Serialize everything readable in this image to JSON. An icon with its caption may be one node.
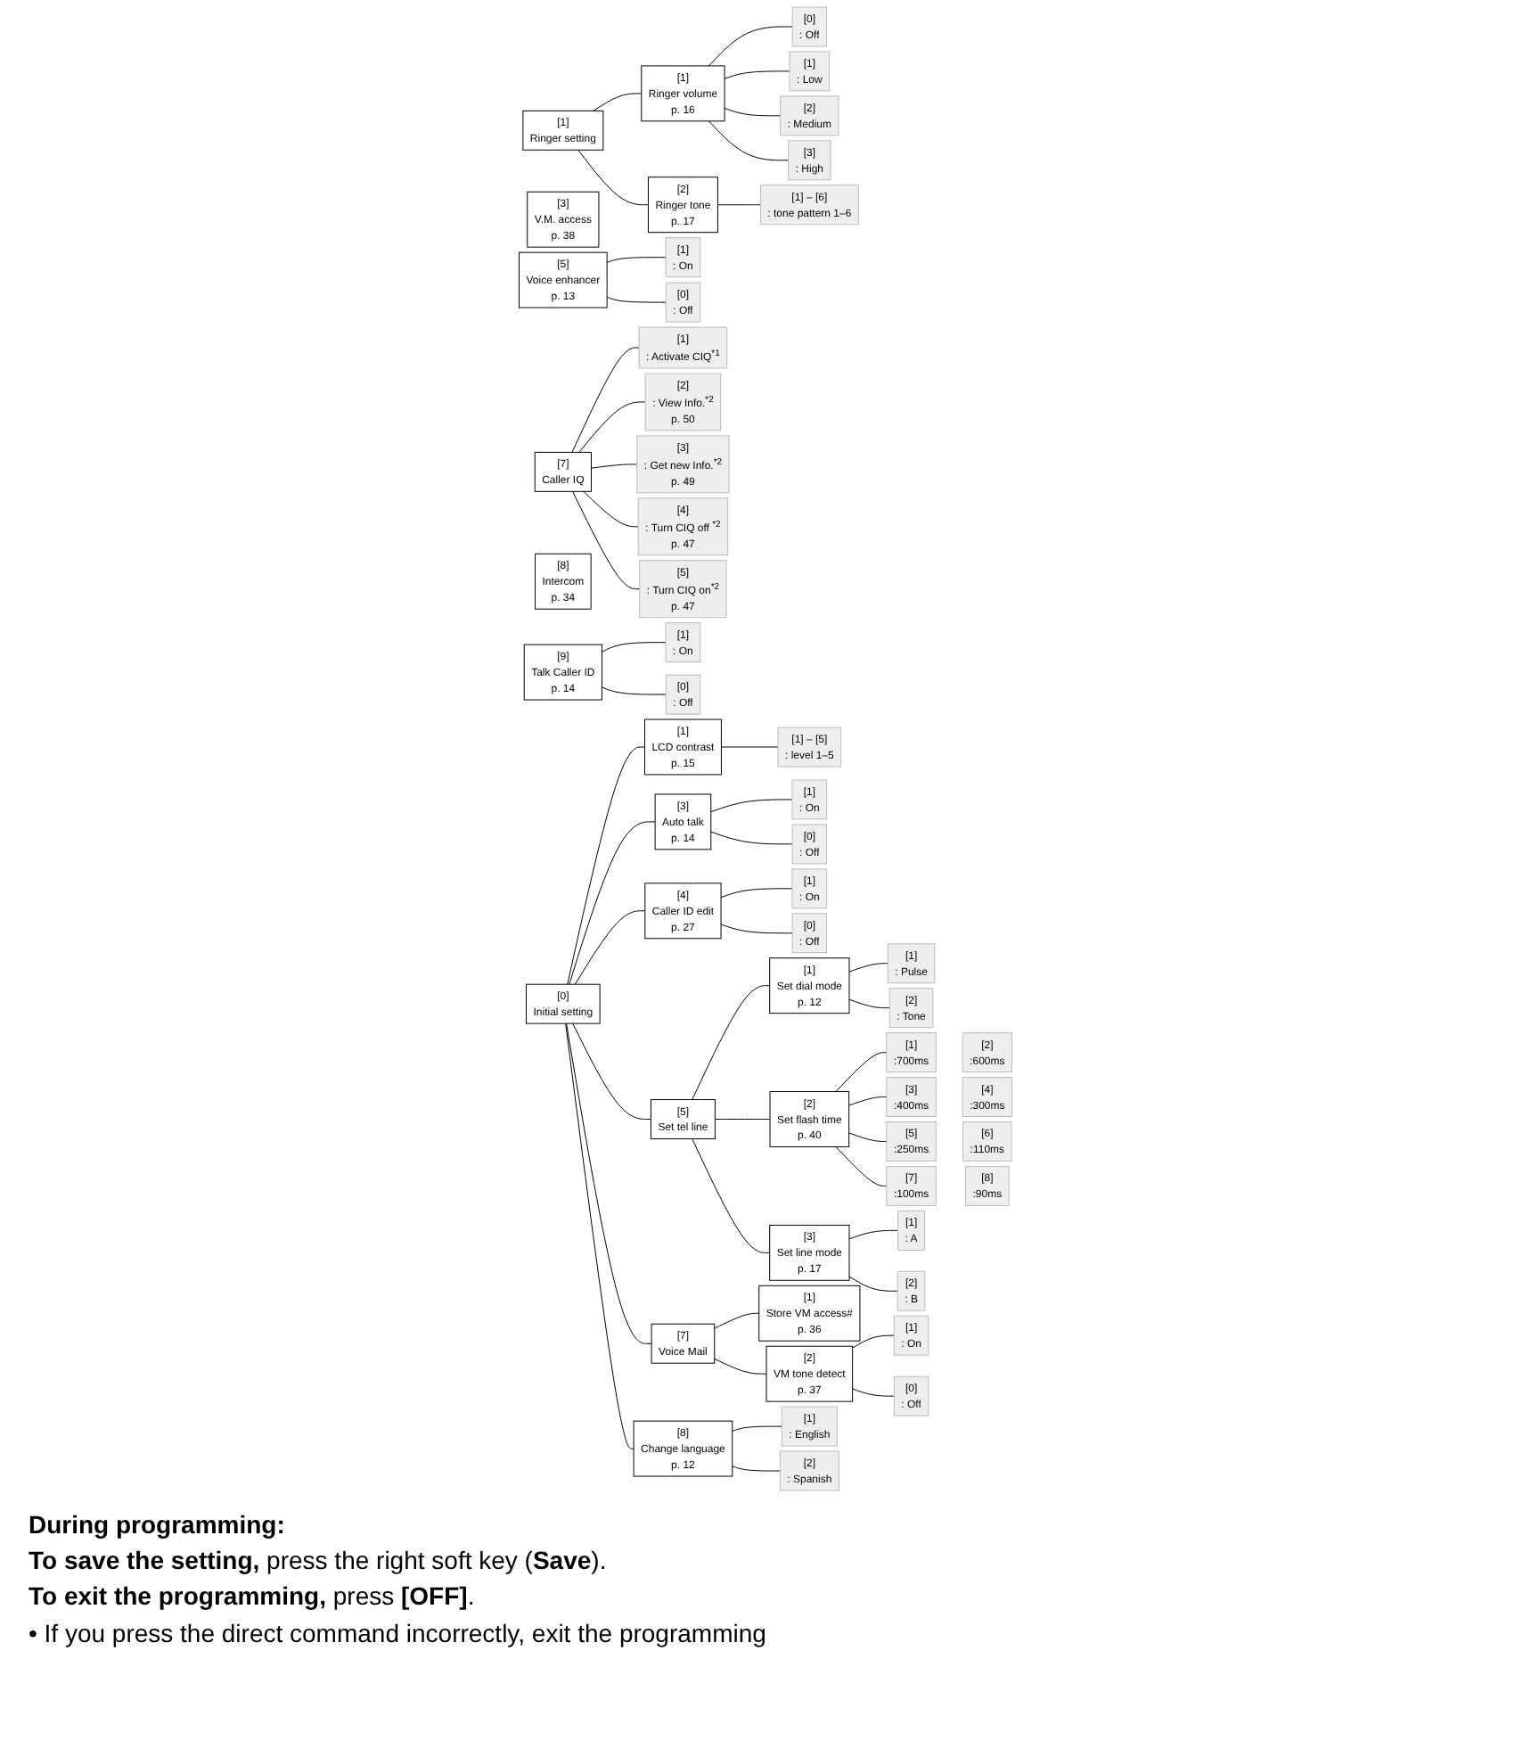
{
  "diagram": {
    "nodes": [
      {
        "text": [
          "[1]",
          "Ringer setting"
        ]
      },
      {
        "text": [
          "[1]",
          "Ringer volume",
          "p. 16"
        ]
      },
      {
        "text": [
          "[0]",
          ": Off"
        ]
      },
      {
        "text": [
          "[1]",
          ": Low"
        ]
      },
      {
        "text": [
          "[2]",
          ": Medium"
        ]
      },
      {
        "text": [
          "[3]",
          ": High"
        ]
      },
      {
        "text": [
          "[2]",
          "Ringer tone",
          "p. 17"
        ]
      },
      {
        "text": [
          "[1] – [6]",
          ": tone pattern 1–6"
        ]
      },
      {
        "text": [
          "[3]",
          "V.M. access",
          "p. 38"
        ]
      },
      {
        "text": [
          "[5]",
          "Voice enhancer",
          "p. 13"
        ]
      },
      {
        "text": [
          "[1]",
          ": On"
        ]
      },
      {
        "text": [
          "[0]",
          ": Off"
        ]
      },
      {
        "text": [
          "[7]",
          "Caller IQ"
        ]
      },
      {
        "text": [
          "[1]",
          ": Activate CIQ$^{*1}$"
        ]
      },
      {
        "text": [
          "[2]",
          ": View Info.$^{*2}$",
          "p. 50"
        ]
      },
      {
        "text": [
          "[3]",
          ": Get new Info.$^{*2}$",
          "p. 49"
        ]
      },
      {
        "text": [
          "[4]",
          ": Turn CIQ off $^{*2}$",
          "p. 47"
        ]
      },
      {
        "text": [
          "[5]",
          ": Turn CIQ on$^{*2}$",
          "p. 47"
        ]
      },
      {
        "text": [
          "[8]",
          "Intercom",
          "p. 34"
        ]
      },
      {
        "text": [
          "[9]",
          "Talk Caller ID",
          "p. 14"
        ]
      },
      {
        "text": [
          "[1]",
          ": On"
        ]
      },
      {
        "text": [
          "[0]",
          ": Off"
        ]
      },
      {
        "text": [
          "[0]",
          "Initial setting"
        ]
      },
      {
        "text": [
          "[1]",
          "LCD contrast",
          "p. 15"
        ]
      },
      {
        "text": [
          "[1] – [5]",
          ": level 1–5"
        ]
      },
      {
        "text": [
          "[3]",
          "Auto talk",
          "p. 14"
        ]
      },
      {
        "text": [
          "[1]",
          ": On"
        ]
      },
      {
        "text": [
          "[0]",
          ": Off"
        ]
      },
      {
        "text": [
          "[4]",
          "Caller ID edit",
          "p. 27"
        ]
      },
      {
        "text": [
          "[1]",
          ": On"
        ]
      },
      {
        "text": [
          "[0]",
          ": Off"
        ]
      },
      {
        "text": [
          "[5]",
          "Set tel line"
        ]
      },
      {
        "text": [
          "[1]",
          "Set dial mode",
          "p. 12"
        ]
      },
      {
        "text": [
          "[1]",
          ": Pulse"
        ]
      },
      {
        "text": [
          "[2]",
          ": Tone"
        ]
      },
      {
        "text": [
          "[2]",
          "Set flash time",
          "p. 40"
        ]
      },
      {
        "text": [
          "[1]",
          ":700ms"
        ]
      },
      {
        "text": [
          "[2]",
          ":600ms"
        ]
      },
      {
        "text": [
          "[3]",
          ":400ms"
        ]
      },
      {
        "text": [
          "[4]",
          ":300ms"
        ]
      },
      {
        "text": [
          "[5]",
          ":250ms"
        ]
      },
      {
        "text": [
          "[6]",
          ":110ms"
        ]
      },
      {
        "text": [
          "[7]",
          ":100ms"
        ]
      },
      {
        "text": [
          "[8]",
          ":90ms"
        ]
      },
      {
        "text": [
          "[3]",
          "Set line mode",
          "p. 17"
        ]
      },
      {
        "text": [
          "[1]",
          ": A"
        ]
      },
      {
        "text": [
          "[2]",
          ": B"
        ]
      },
      {
        "text": [
          "[7]",
          "Voice Mail"
        ]
      },
      {
        "text": [
          "[1]",
          "Store VM access#",
          "p. 36"
        ]
      },
      {
        "text": [
          "[2]",
          "VM tone detect",
          "p. 37"
        ]
      },
      {
        "text": [
          "[1]",
          ": On"
        ]
      },
      {
        "text": [
          "[0]",
          ": Off"
        ]
      },
      {
        "text": [
          "[8]",
          "Change language",
          "p. 12"
        ]
      },
      {
        "text": [
          "[1]",
          ": English"
        ]
      },
      {
        "text": [
          "[2]",
          ": Spanish"
        ]
      }
    ],
    "edges": [
      {
        "from": 0,
        "to": 1,
        "arrow": "none"
      },
      {
        "from": 1,
        "to": 2,
        "arrow": "none"
      },
      {
        "from": 1,
        "to": 3,
        "arrow": "none"
      },
      {
        "from": 1,
        "to": 4,
        "arrow": "none"
      },
      {
        "from": 1,
        "to": 5,
        "arrow": "none"
      },
      {
        "from": 0,
        "to": 6,
        "arrow": "none"
      },
      {
        "from": 6,
        "to": 7,
        "arrow": "none"
      },
      {
        "from": 9,
        "to": 10,
        "arrow": "none"
      },
      {
        "from": 9,
        "to": 11,
        "arrow": "none"
      },
      {
        "from": 12,
        "to": 13,
        "arrow": "none"
      },
      {
        "from": 12,
        "to": 14,
        "arrow": "none"
      },
      {
        "from": 12,
        "to": 15,
        "arrow": "none"
      },
      {
        "from": 12,
        "to": 16,
        "arrow": "none"
      },
      {
        "from": 12,
        "to": 17,
        "arrow": "none"
      },
      {
        "from": 19,
        "to": 20,
        "arrow": "none"
      },
      {
        "from": 19,
        "to": 21,
        "arrow": "none"
      },
      {
        "from": 22,
        "to": 23,
        "arrow": "none"
      },
      {
        "from": 23,
        "to": 24,
        "arrow": "none"
      },
      {
        "from": 22,
        "to": 25,
        "arrow": "none"
      },
      {
        "from": 25,
        "to": 26,
        "arrow": "none"
      },
      {
        "from": 25,
        "to": 27,
        "arrow": "none"
      },
      {
        "from": 22,
        "to": 28,
        "arrow": "none"
      },
      {
        "from": 28,
        "to": 29,
        "arrow": "none"
      },
      {
        "from": 28,
        "to": 30,
        "arrow": "none"
      },
      {
        "from": 22,
        "to": 31,
        "arrow": "none"
      },
      {
        "from": 31,
        "to": 32,
        "arrow": "none"
      },
      {
        "from": 32,
        "to": 33,
        "arrow": "none"
      },
      {
        "from": 32,
        "to": 34,
        "arrow": "none"
      },
      {
        "from": 31,
        "to": 35,
        "arrow": "none"
      },
      {
        "from": 35,
        "to": 36,
        "arrow": "none"
      },
      {
        "from": 35,
        "to": 38,
        "arrow": "none"
      },
      {
        "from": 35,
        "to": 40,
        "arrow": "none"
      },
      {
        "from": 35,
        "to": 42,
        "arrow": "none"
      },
      {
        "from": 31,
        "to": 44,
        "arrow": "none"
      },
      {
        "from": 44,
        "to": 45,
        "arrow": "none"
      },
      {
        "from": 44,
        "to": 46,
        "arrow": "none"
      },
      {
        "from": 22,
        "to": 47,
        "arrow": "none"
      },
      {
        "from": 47,
        "to": 48,
        "arrow": "none"
      },
      {
        "from": 47,
        "to": 49,
        "arrow": "none"
      },
      {
        "from": 49,
        "to": 50,
        "arrow": "none"
      },
      {
        "from": 49,
        "to": 51,
        "arrow": "none"
      },
      {
        "from": 22,
        "to": 52,
        "arrow": "none"
      },
      {
        "from": 52,
        "to": 53,
        "arrow": "none"
      },
      {
        "from": 52,
        "to": 54,
        "arrow": "none"
      }
    ],
    "labels": [
      "During programming:",
      "**To save the setting,** press the right soft key (**Save**).",
      "**To exit the programming,** press **[OFF]**.",
      "• If you press the direct command incorrectly, exit the programming"
    ]
  }
}
